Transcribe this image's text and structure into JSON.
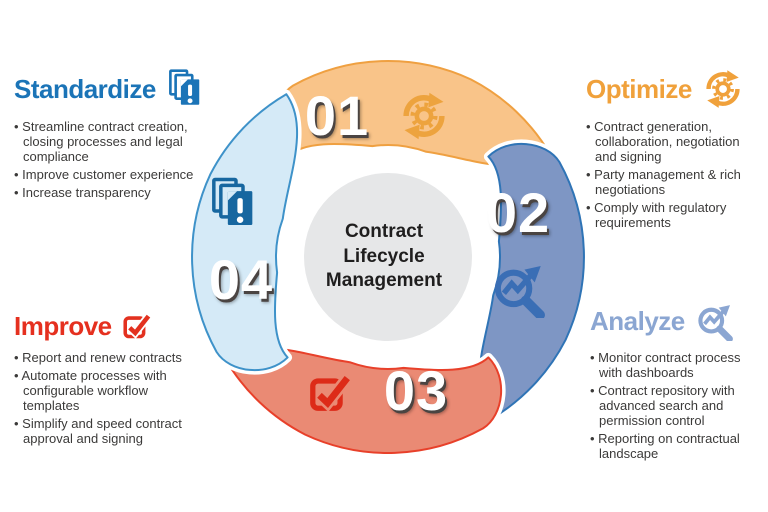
{
  "center": {
    "label": "Contract Lifecycle Management"
  },
  "sections": [
    {
      "id": "standardize",
      "label": "Standardize",
      "color": "#1B74B7",
      "icon": "documents-icon",
      "bullets": [
        "Streamline contract creation, closing processes and legal compliance",
        "Improve customer experience",
        "Increase transparency"
      ]
    },
    {
      "id": "optimize",
      "label": "Optimize",
      "color": "#F0A13B",
      "icon": "sync-gear-icon",
      "bullets": [
        "Contract generation, collaboration, negotiation and signing",
        "Party management & rich negotiations",
        "Comply with regulatory requirements"
      ]
    },
    {
      "id": "improve",
      "label": "Improve",
      "color": "#E5301F",
      "icon": "checkbox-icon",
      "bullets": [
        "Report and renew contracts",
        "Automate processes with configurable workflow templates",
        "Simplify and speed contract approval and signing"
      ]
    },
    {
      "id": "analyze",
      "label": "Analyze",
      "color": "#8BA6D2",
      "icon": "chart-magnifier-icon",
      "bullets": [
        "Monitor contract process with dashboards",
        "Contract repository with advanced search and permission control",
        "Reporting on contractual landscape"
      ]
    }
  ],
  "wheel": {
    "segments": [
      {
        "number": "01",
        "icon": "sync-gear-icon",
        "fill": "#F9C489",
        "border": "#EFA041",
        "icon_color": "#EDA33E"
      },
      {
        "number": "02",
        "icon": "chart-magnifier-icon",
        "fill": "#7E96C4",
        "border": "#2F74B6",
        "icon_color": "#3A6EB5"
      },
      {
        "number": "03",
        "icon": "checkbox-icon",
        "fill": "#EA8A74",
        "border": "#E8402A",
        "icon_color": "#DD2B18"
      },
      {
        "number": "04",
        "icon": "documents-icon",
        "fill": "#D5EAF7",
        "border": "#3E92C9",
        "icon_color": "#1767A0"
      }
    ]
  }
}
